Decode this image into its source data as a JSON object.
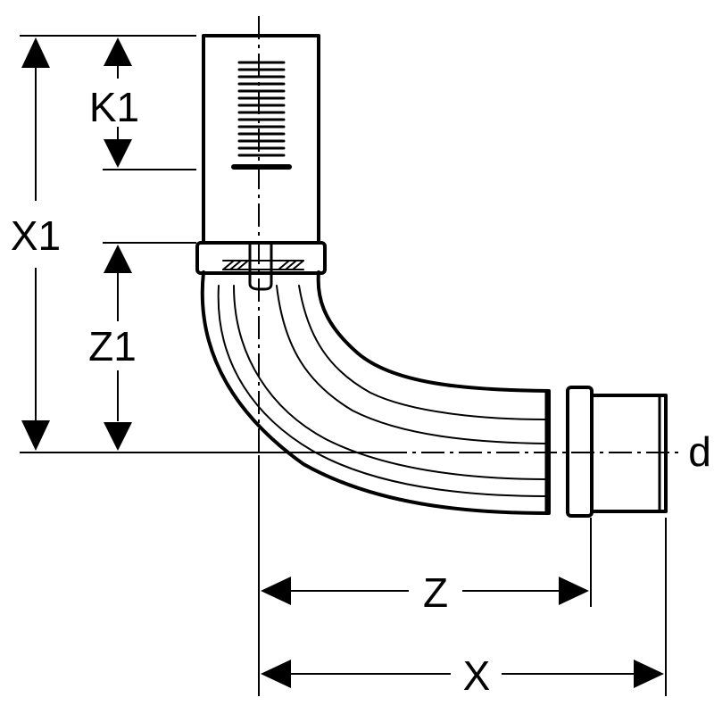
{
  "labels": {
    "k1": "K1",
    "x1": "X1",
    "z1": "Z1",
    "d": "d",
    "z": "Z",
    "x": "X"
  },
  "colors": {
    "line": "#000000",
    "background": "#ffffff"
  }
}
